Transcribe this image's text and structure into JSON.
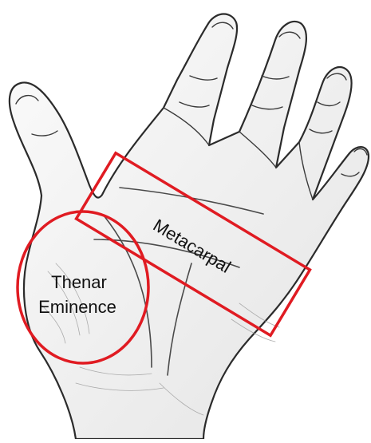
{
  "labels": {
    "region_a": "Metacarpal",
    "region_b_line1": "Thenar",
    "region_b_line2": "Eminence"
  },
  "colors": {
    "highlight": "#e01b22",
    "ink": "#2b2b2b",
    "skin": "#f1f1f1",
    "shade": "#cfcfcf",
    "background": "#ffffff"
  }
}
